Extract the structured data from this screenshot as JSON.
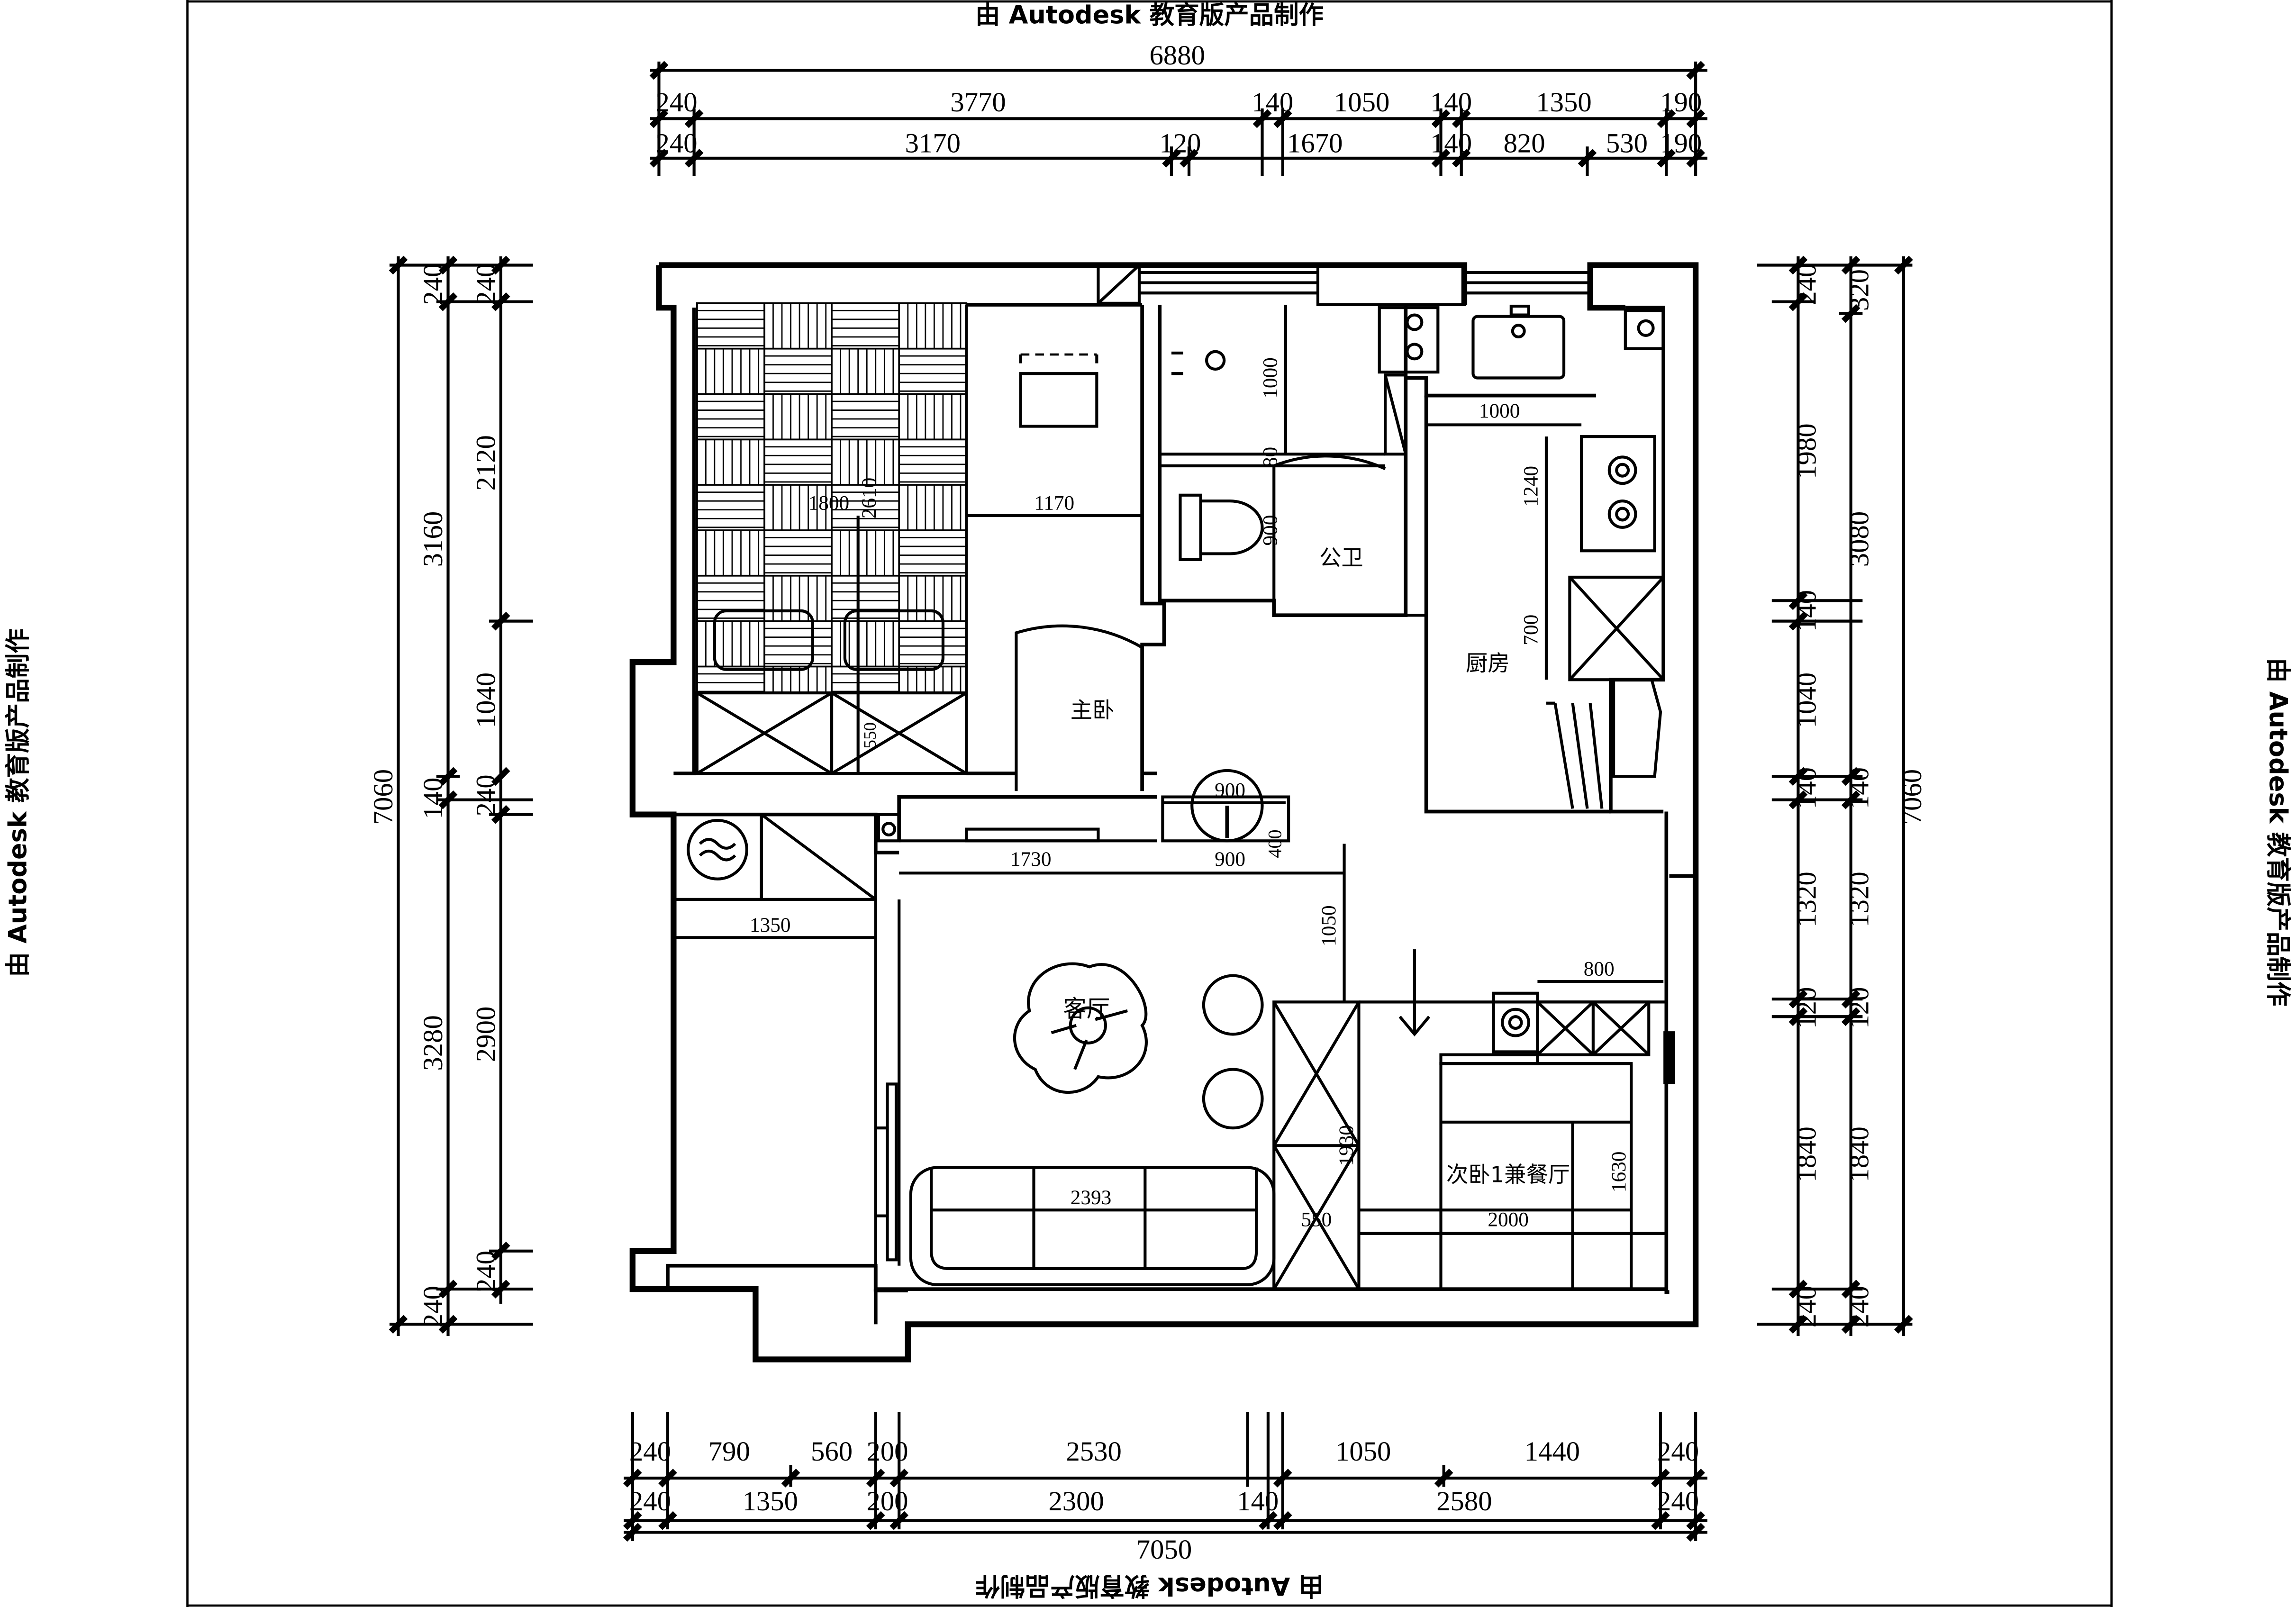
{
  "watermark": "由 Autodesk 教育版产品制作",
  "rooms": {
    "master_bedroom": "主卧",
    "public_bath": "公卫",
    "kitchen": "厨房",
    "living_room": "客厅",
    "second_bedroom": "次卧1兼餐厅"
  },
  "top_dims": {
    "total": "6880",
    "row1": [
      "240",
      "3770",
      "140",
      "1050",
      "140",
      "1350",
      "190"
    ],
    "row2": [
      "240",
      "3170",
      "120",
      "1670",
      "140",
      "820",
      "530",
      "190"
    ]
  },
  "bottom_dims": {
    "total": "7050",
    "row1": [
      "240",
      "790",
      "560",
      "200",
      "2530",
      "1050",
      "1440",
      "240"
    ],
    "row2": [
      "240",
      "1350",
      "200",
      "2300",
      "140",
      "2580",
      "240"
    ]
  },
  "left_dims": {
    "total": "7060",
    "outer": [
      "240",
      "3160",
      "140",
      "3280",
      "240"
    ],
    "inner": [
      "240",
      "2120",
      "1040",
      "240",
      "2900",
      "240"
    ]
  },
  "right_dims": {
    "total": "7060",
    "inner": [
      "240",
      "1980",
      "140",
      "1040",
      "140",
      "1320",
      "120",
      "1840",
      "240"
    ],
    "outer": [
      "320",
      "3080",
      "140",
      "1320",
      "120",
      "1840",
      "240"
    ]
  },
  "interior_dims": {
    "bed_w": "1800",
    "bed_l": "2610",
    "desk": "1170",
    "wardrobe": "550",
    "bath_1000": "1000",
    "bath_80": "80",
    "bath_900": "900",
    "kitchen_1000": "1000",
    "kitchen_1240": "1240",
    "kitchen_700": "700",
    "basin_900": "900",
    "basin_400": "400",
    "corridor_1730": "1730",
    "corridor_900": "900",
    "laundry_1350": "1350",
    "living_1050": "1050",
    "sofa": "2393",
    "cabinet_1930": "1930",
    "cabinet_550": "550",
    "bed2_800": "800",
    "bed2_1630": "1630",
    "bed2_2000": "2000"
  }
}
